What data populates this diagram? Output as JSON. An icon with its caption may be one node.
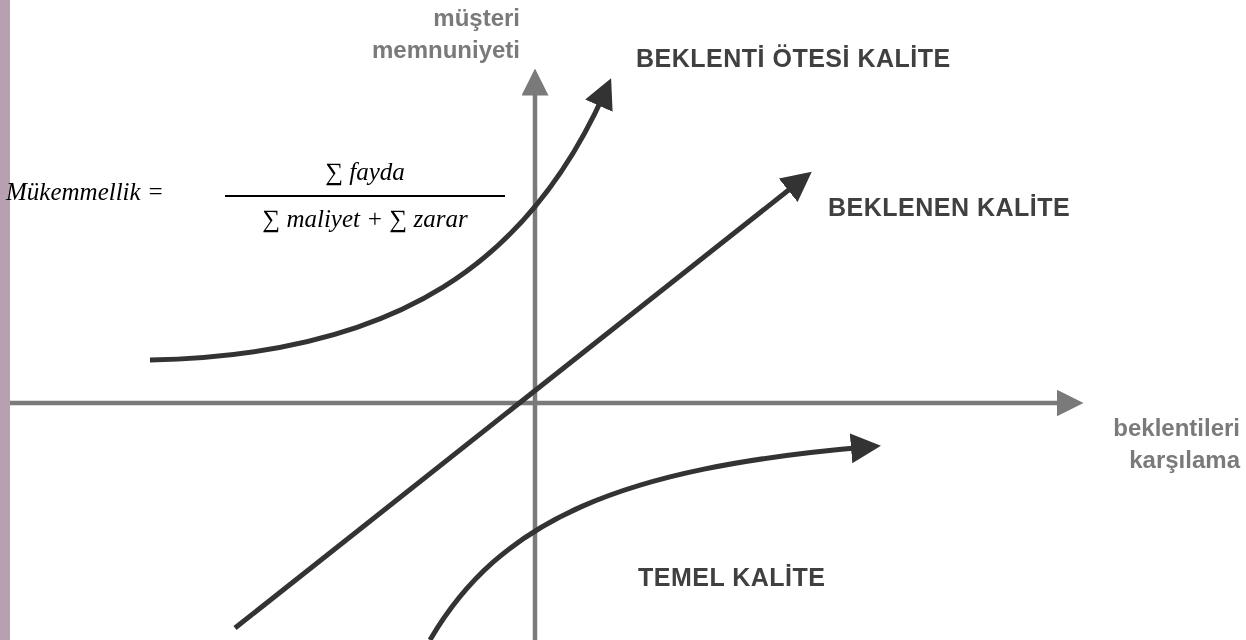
{
  "diagram": {
    "labels": [
      "müşteri memnuniyeti",
      "BEKLENTİ ÖTESİ KALİTE",
      "Mükemmellik =",
      "∑ fayda",
      "∑ maliyet + ∑ zarar",
      "BEKLENEN KALİTE",
      "beklentileri karşılama",
      "TEMEL KALİTE"
    ]
  }
}
